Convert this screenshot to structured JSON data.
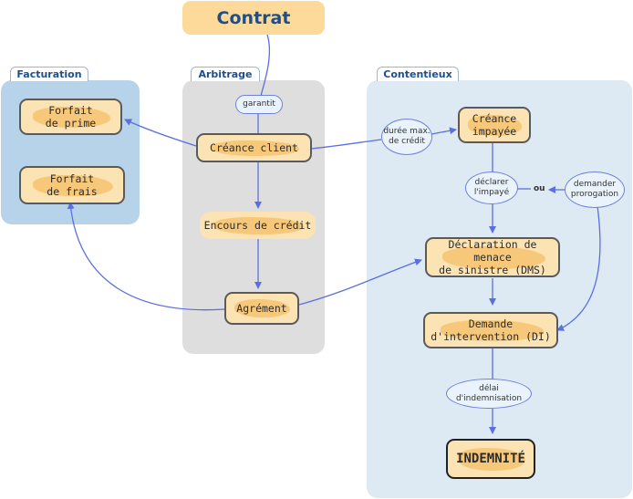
{
  "title": "Contrat",
  "zones": {
    "facturation": "Facturation",
    "arbitrage": "Arbitrage",
    "contentieux": "Contentieux"
  },
  "nodes": {
    "forfait_prime": "Forfait\nde prime",
    "forfait_frais": "Forfait\nde frais",
    "creance_client": "Créance client",
    "encours_credit": "Encours de crédit",
    "agrement": "Agrément",
    "creance_impayee": "Créance\nimpayée",
    "dms": "Déclaration de menace\nde sinistre (DMS)",
    "di": "Demande\nd'intervention (DI)",
    "indemnite": "INDEMNITÉ"
  },
  "labels": {
    "garantit": "garantit",
    "duree_max": "durée max.\nde crédit",
    "declarer": "déclarer\nl'impayé",
    "ou": "ou",
    "demander_prorogation": "demander\nprorogation",
    "delai": "délai\nd'indemnisation"
  },
  "colors": {
    "title_text": "#1f4f8a",
    "node_fill": "#f7c87a",
    "arrow": "#5b6fe0",
    "facturation_bg": "#b7d3ea",
    "arbitrage_bg": "#dedede",
    "contentieux_bg": "#dde9f3"
  }
}
